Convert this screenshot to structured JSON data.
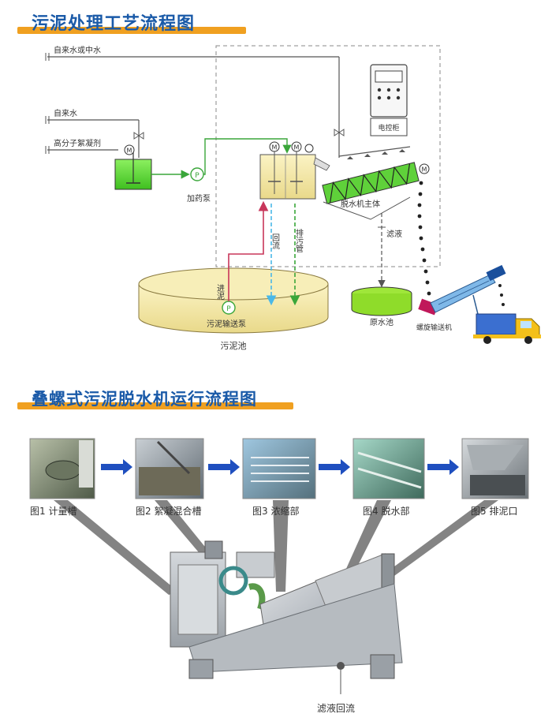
{
  "section1": {
    "title": "污泥处理工艺流程图",
    "labels": {
      "tap_or_reclaimed": "自来水或中水",
      "tap_water": "自来水",
      "flocculant": "高分子絮凝剂",
      "dosing_pump": "加药泵",
      "control_cabinet": "电控柜",
      "dewater_main": "脱水机主体",
      "filtrate": "滤液",
      "return_flow": "回流",
      "sewage_pipe": "排污管",
      "sludge_in": "进泥",
      "sludge_pump": "污泥输送泵",
      "sludge_tank": "污泥池",
      "raw_water_tank": "原水池",
      "screw_conveyor": "螺旋输送机"
    },
    "symbols": {
      "motor": "M",
      "pump": "P"
    }
  },
  "section2": {
    "title": "叠螺式污泥脱水机运行流程图",
    "steps": [
      {
        "label": "图1 计量槽"
      },
      {
        "label": "图2 絮凝混合槽"
      },
      {
        "label": "图3 浓缩部"
      },
      {
        "label": "图4 脱水部"
      },
      {
        "label": "图5 排泥口"
      }
    ],
    "filtrate_return": "滤液回流"
  },
  "colors": {
    "title_blue": "#1a5aa8",
    "title_underline": "#f0a020",
    "flow_green": "#3aa63a",
    "flow_red": "#c8365a",
    "flow_cyan": "#4ab8e8",
    "flow_gray": "#555555",
    "tank_yellow": "#f2e6a6",
    "tank_green": "#5fd13a",
    "arrow_blue": "#1f4fbf"
  }
}
